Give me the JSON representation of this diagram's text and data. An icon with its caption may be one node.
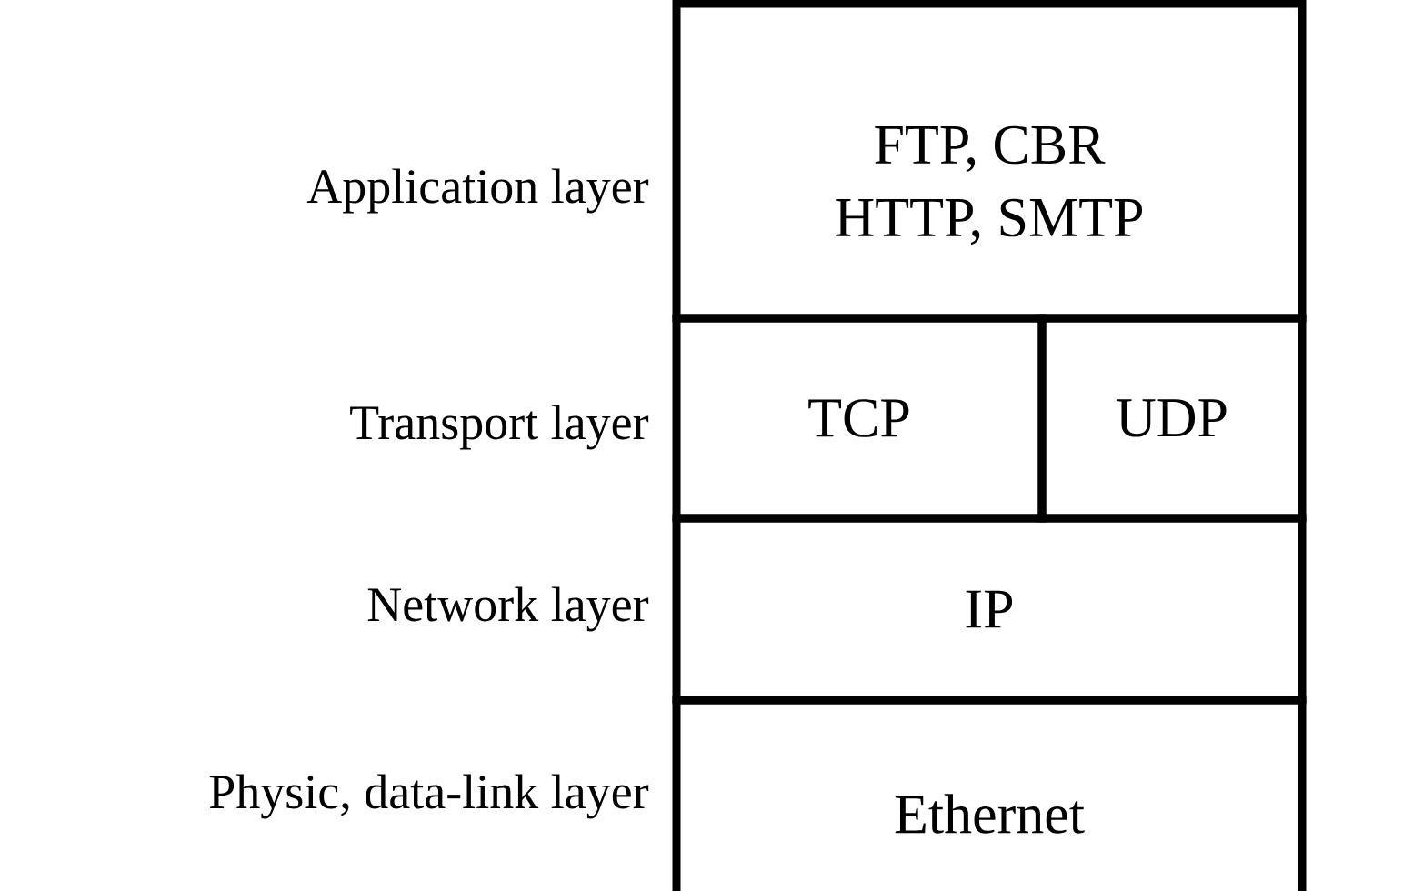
{
  "diagram": {
    "nodes": [
      {
        "text": [
          "FTP, CBR",
          "HTTP, SMTP"
        ]
      },
      {
        "text": [
          "TCP"
        ]
      },
      {
        "text": [
          "UDP"
        ]
      },
      {
        "text": [
          "IP"
        ]
      },
      {
        "text": [
          "Ethernet"
        ]
      }
    ],
    "labels": [
      "Application layer",
      "Transport layer",
      "Network layer",
      "Physic, data-link layer"
    ]
  }
}
